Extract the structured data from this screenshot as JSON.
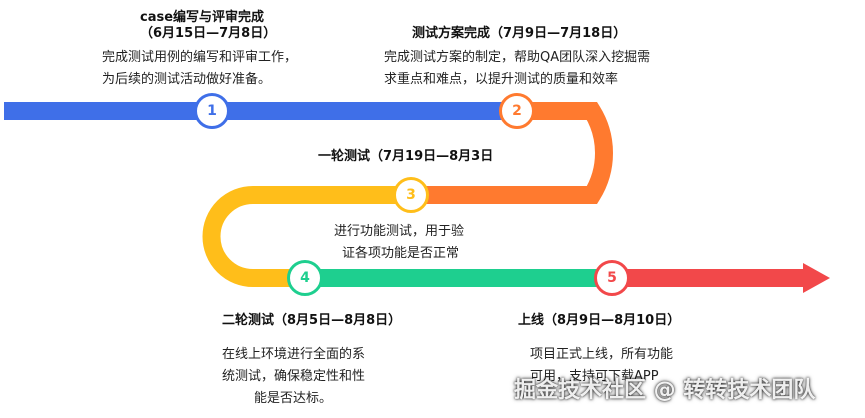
{
  "colors": {
    "blue": "#3f6fe8",
    "orange": "#ff7a2f",
    "yellow": "#ffbe1a",
    "green": "#1ecf8f",
    "red": "#f2484a"
  },
  "milestones": [
    {
      "number": "1",
      "title_line1": "case编写与评审完成",
      "title_line2": "（6月15日—7月8日）",
      "desc_line1": "完成测试用例的编写和评审工作，",
      "desc_line2": "为后续的测试活动做好准备。"
    },
    {
      "number": "2",
      "title": "测试方案完成（7月9日—7月18日）",
      "desc_line1": "完成测试方案的制定，帮助QA团队深入挖掘需",
      "desc_line2": "求重点和难点，以提升测试的质量和效率"
    },
    {
      "number": "3",
      "title": "一轮测试（7月19日—8月3日",
      "desc_line1": "进行功能测试，用于验",
      "desc_line2": "证各项功能是否正常"
    },
    {
      "number": "4",
      "title": "二轮测试（8月5日—8月8日）",
      "desc_line1": "在线上环境进行全面的系",
      "desc_line2": "统测试，确保稳定性和性",
      "desc_line3": "能是否达标。"
    },
    {
      "number": "5",
      "title": "上线（8月9日—8月10日）",
      "desc_line1": "项目正式上线，所有功能",
      "desc_line2": "可用，支持可下载APP"
    }
  ],
  "watermark": "掘金技术社区 @ 转转技术团队"
}
